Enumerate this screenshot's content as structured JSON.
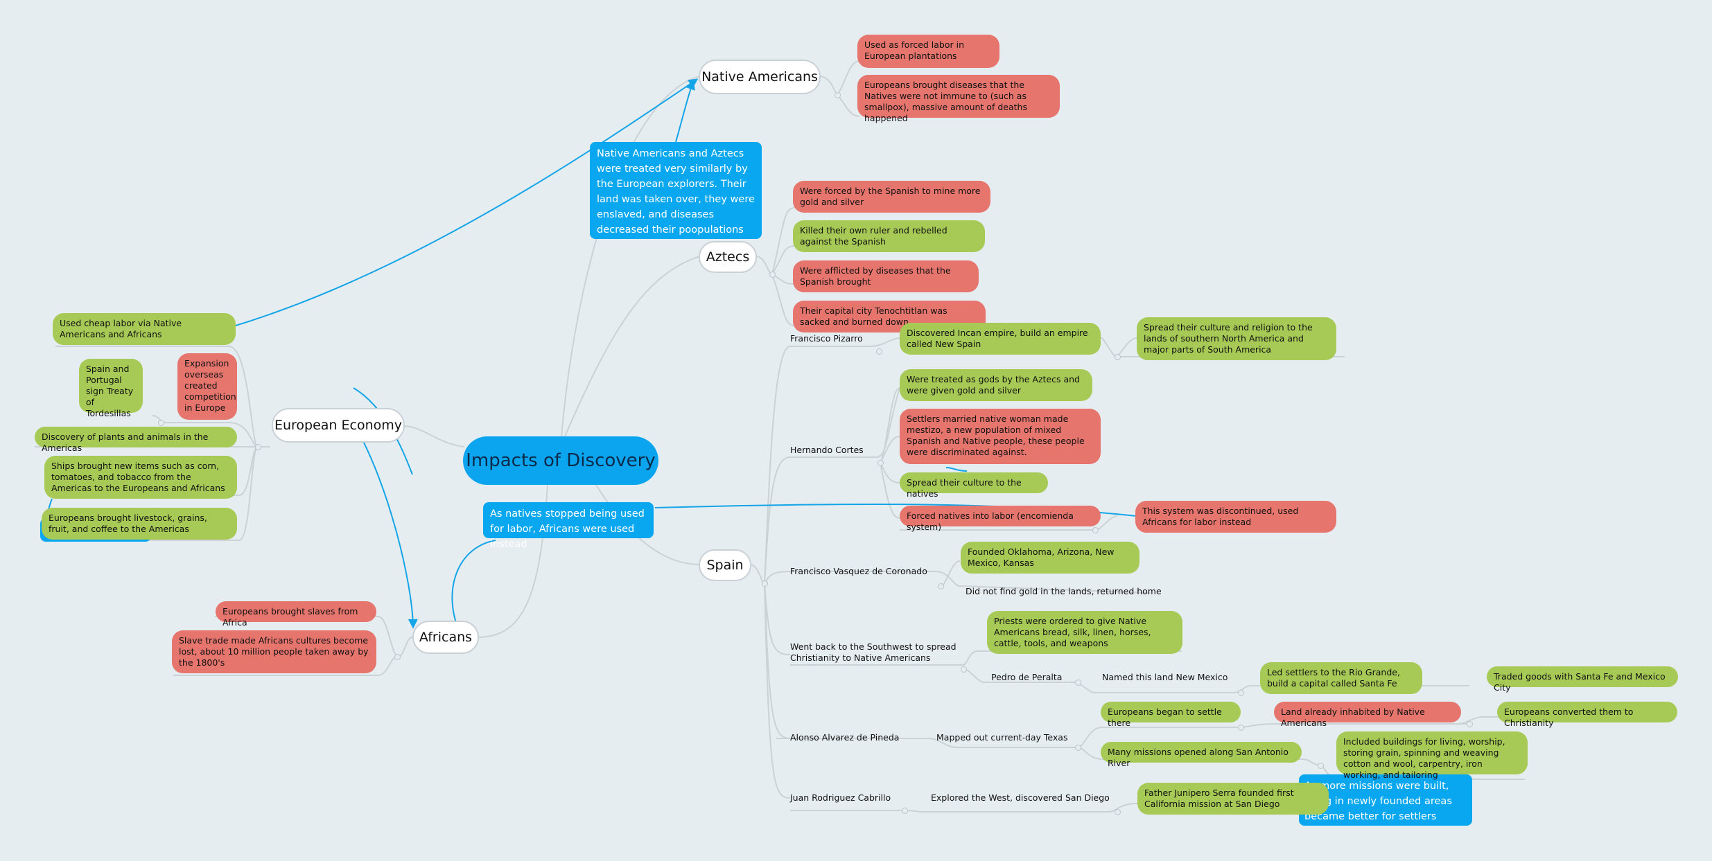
{
  "root": "Impacts of Discovery",
  "topics": {
    "native_americans": "Native Americans",
    "aztecs": "Aztecs",
    "spain": "Spain",
    "european_economy": "European Economy",
    "africans": "Africans"
  },
  "native_americans": [
    "Used as forced labor in European plantations",
    "Europeans brought diseases that the Natives were not immune to (such as smallpox), massive amount of deaths happened"
  ],
  "aztecs": [
    "Were forced by the Spanish to mine more gold and silver",
    "Killed their own ruler and rebelled against the Spanish",
    "Were afflicted by diseases that the Spanish brought",
    "Their capital city Tenochtitlan was sacked and burned down"
  ],
  "callouts": {
    "native_aztec": "Native Americans and Aztecs were treated very similarly by the European explorers. Their land was taken over, they were enslaved, and diseases decreased their poopulations",
    "africans_labor": "As natives stopped being used for labor, Africans were used instead",
    "missions": "As more missions were built, living in newly founded areas became better for settlers"
  },
  "spain": {
    "pizarro": {
      "label": "Francisco Pizarro",
      "incan": "Discovered Incan empire, build an empire called New Spain",
      "spread": "Spread their culture and religion to the lands of southern North America and major parts of South America"
    },
    "cortes": {
      "label": "Hernando Cortes",
      "gods": "Were treated as gods by the Aztecs and were given gold and silver",
      "mestizo": "Settlers married native woman made mestizo, a new population of mixed Spanish and Native people, these people were discriminated against.",
      "culture": "Spread their culture to the natives",
      "encomienda": "Forced natives into labor (encomienda system)",
      "discontinued": "This system was discontinued, used Africans for labor instead"
    },
    "coronado": {
      "label": "Francisco Vasquez de Coronado",
      "founded": "Founded Oklahoma, Arizona, New Mexico, Kansas",
      "gold": "Did not find gold in the lands, returned home"
    },
    "southwest": {
      "label": "Went back to the Southwest to spread Christianity to Native Americans",
      "priests": "Priests were ordered to give Native Americans bread, silk, linen, horses, cattle, tools, and weapons",
      "peralta": "Pedro de Peralta",
      "named": "Named this land New Mexico",
      "santafe": "Led settlers to the Rio Grande, build a capital called Santa Fe",
      "traded": "Traded goods with Santa Fe and Mexico City"
    },
    "pineda": {
      "label": "Alonso Alvarez de Pineda",
      "mapped": "Mapped out current-day Texas",
      "settle": "Europeans began to settle there",
      "inhabited": "Land already inhabited by Native Americans",
      "converted": "Europeans converted them to Christianity",
      "missions": "Many missions opened along San Antonio River",
      "buildings": "Included buildings for living, worship, storing grain, spinning and weaving cotton and wool, carpentry, iron working, and tailoring"
    },
    "cabrillo": {
      "label": "Juan Rodriguez Cabrillo",
      "explored": "Explored the West, discovered San Diego",
      "serra": "Father Junipero Serra founded first California mission at San Diego"
    }
  },
  "economy": {
    "cheap_labor": "Used cheap labor via Native Americans and Africans",
    "spain_portugal": "Spain and Portugal sign Treaty of Tordesillas",
    "expansion": "Expansion overseas created competition in Europe",
    "discovery": "Discovery of plants and animals in the Americas",
    "ships": "Ships brought new items such as corn, tomatoes, and tobacco from the Americas to the Europeans and Africans",
    "livestock": "Europeans brought livestock, grains, fruit, and coffee to the Americas"
  },
  "africans": {
    "slaves": "Europeans brought slaves from Africa",
    "cultures": "Slave trade made Africans cultures become lost, about 10 million people taken away by the 1800's"
  },
  "colors": {
    "background": "#e6edf1",
    "root": "#0aa5ee",
    "green": "#a6ca55",
    "red": "#e6756e",
    "callout": "#08a7f0",
    "line": "#c9d0d4",
    "relation": "#14a4e8"
  }
}
